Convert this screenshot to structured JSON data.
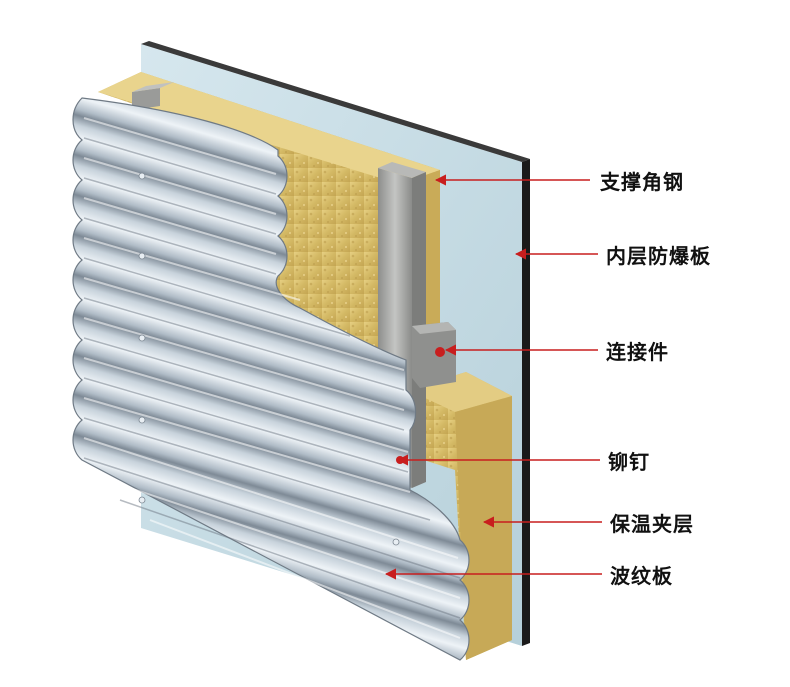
{
  "labels": {
    "support_angle_steel": "支撑角钢",
    "inner_explosion_board": "内层防爆板",
    "connector": "连接件",
    "rivet": "铆钉",
    "insulation_layer": "保温夹层",
    "corrugated_board": "波纹板"
  },
  "colors": {
    "background": "#ffffff",
    "panel_face": "#c8dde6",
    "panel_edge": "#1a1a1a",
    "insulation": "#d8c070",
    "insulation_dark": "#b89a48",
    "steel": "#a9aaa8",
    "corrugated_light": "#dfe8ef",
    "corrugated_dark": "#8f9aa5",
    "leader_line": "#c81e1e"
  }
}
